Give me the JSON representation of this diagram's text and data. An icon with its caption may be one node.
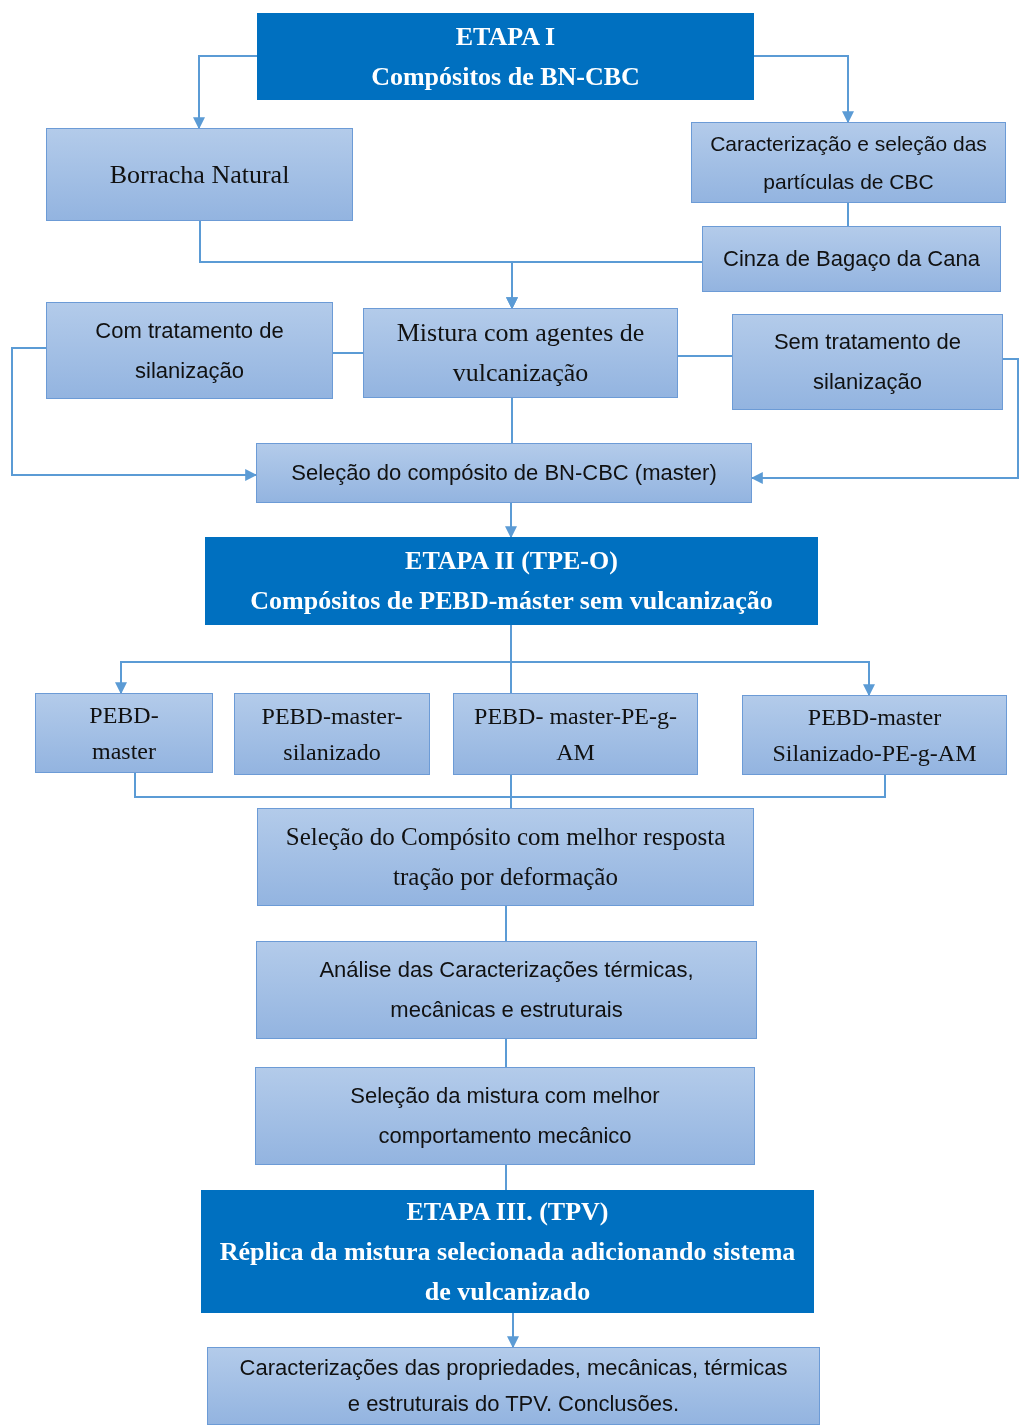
{
  "diagram": {
    "nodes": [
      {
        "text": [
          "ETAPA I",
          "Compósitos de BN-CBC"
        ]
      },
      {
        "text": [
          "Borracha Natural"
        ]
      },
      {
        "text": [
          "Caracterização e seleção das partículas de CBC"
        ]
      },
      {
        "text": [
          "Cinza de Bagaço da Cana"
        ]
      },
      {
        "text": [
          "Com tratamento de silanização"
        ]
      },
      {
        "text": [
          "Mistura com agentes de vulcanização"
        ]
      },
      {
        "text": [
          "Sem tratamento de silanização"
        ]
      },
      {
        "text": [
          "Seleção do compósito de BN-CBC (master)"
        ]
      },
      {
        "text": [
          "ETAPA II (TPE-O)",
          "Compósitos de PEBD-máster sem vulcanização"
        ]
      },
      {
        "text": [
          "PEBD- master"
        ]
      },
      {
        "text": [
          "PEBD-master- silanizado"
        ]
      },
      {
        "text": [
          "PEBD- master-PE-g-AM"
        ]
      },
      {
        "text": [
          "PEBD-master Silanizado-PE-g-AM"
        ]
      },
      {
        "text": [
          "Seleção do Compósito com melhor resposta tração por deformação"
        ]
      },
      {
        "text": [
          "Análise das Caracterizações térmicas, mecânicas e estruturais"
        ]
      },
      {
        "text": [
          "Seleção da mistura com melhor comportamento mecânico"
        ]
      },
      {
        "text": [
          "ETAPA III. (TPV)",
          "Réplica da mistura selecionada adicionando sistema de vulcanizado"
        ]
      },
      {
        "text": [
          "Caracterizações das propriedades, mecânicas, térmicas e estruturais do TPV. Conclusões."
        ]
      }
    ],
    "edges": [
      {
        "from": 0,
        "to": 1,
        "arrow": "to"
      },
      {
        "from": 0,
        "to": 2,
        "arrow": "to"
      },
      {
        "from": 2,
        "to": 3,
        "arrow": "none"
      },
      {
        "from": 1,
        "to": 5,
        "arrow": "to"
      },
      {
        "from": 3,
        "to": 5,
        "arrow": "to"
      },
      {
        "from": 4,
        "to": 5,
        "arrow": "none"
      },
      {
        "from": 5,
        "to": 6,
        "arrow": "none"
      },
      {
        "from": 5,
        "to": 7,
        "arrow": "none"
      },
      {
        "from": 4,
        "to": 7,
        "arrow": "to"
      },
      {
        "from": 6,
        "to": 7,
        "arrow": "to"
      },
      {
        "from": 7,
        "to": 8,
        "arrow": "to"
      },
      {
        "from": 8,
        "to": 9,
        "arrow": "to"
      },
      {
        "from": 8,
        "to": 12,
        "arrow": "to"
      },
      {
        "from": 8,
        "to": 11,
        "arrow": "none"
      },
      {
        "from": 9,
        "to": 13,
        "arrow": "none"
      },
      {
        "from": 12,
        "to": 13,
        "arrow": "none"
      },
      {
        "from": 11,
        "to": 13,
        "arrow": "none"
      },
      {
        "from": 13,
        "to": 14,
        "arrow": "none"
      },
      {
        "from": 14,
        "to": 15,
        "arrow": "none"
      },
      {
        "from": 15,
        "to": 16,
        "arrow": "none"
      },
      {
        "from": 16,
        "to": 17,
        "arrow": "to"
      }
    ]
  }
}
